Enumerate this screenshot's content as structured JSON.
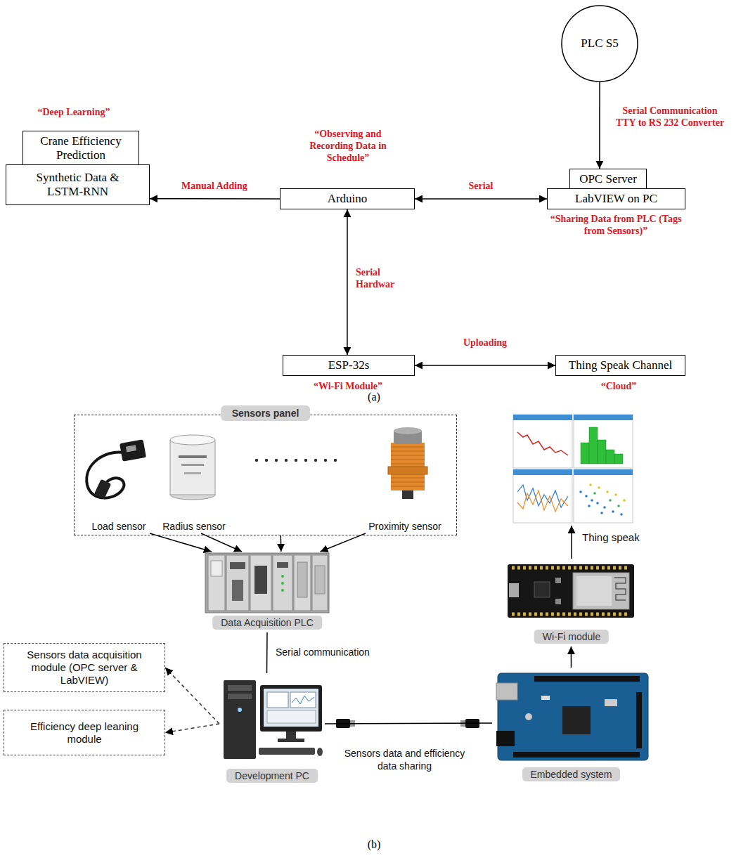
{
  "diagram": {
    "nodes": [
      {
        "text": [
          "PLC S5"
        ]
      },
      {
        "text": [
          "Crane Efficiency Prediction"
        ]
      },
      {
        "text": [
          "Synthetic Data & LSTM-RNN"
        ]
      },
      {
        "text": [
          "Arduino"
        ]
      },
      {
        "text": [
          "OPC Server"
        ]
      },
      {
        "text": [
          "LabVIEW on PC"
        ]
      },
      {
        "text": [
          "ESP-32s"
        ]
      },
      {
        "text": [
          "Thing Speak Channel"
        ]
      },
      {
        "text": [
          "Sensors panel"
        ]
      },
      {
        "text": [
          "Load sensor"
        ],
        "in": 8
      },
      {
        "text": [
          "Radius sensor"
        ],
        "in": 8
      },
      {
        "text": [
          "Proximity sensor"
        ],
        "in": 8
      },
      {
        "text": [
          "Thing speak"
        ]
      },
      {
        "text": [
          "Data Acquisition PLC"
        ]
      },
      {
        "text": [
          "Wi-Fi module"
        ]
      },
      {
        "text": [
          "Sensors data acquisition module (OPC server & LabVIEW)"
        ]
      },
      {
        "text": [
          "Development PC"
        ]
      },
      {
        "text": [
          "Efficiency deep leaning module"
        ]
      },
      {
        "text": [
          "Embedded system"
        ]
      }
    ],
    "edges": [
      {
        "from": 3,
        "to": 2,
        "arrow": "to",
        "label": "Manual Adding"
      },
      {
        "from": 3,
        "to": 5,
        "arrow": "both",
        "label": "Serial"
      },
      {
        "from": 0,
        "to": 4,
        "arrow": "to",
        "label": "Serial Communication TTY to RS 232 Converter"
      },
      {
        "from": 3,
        "to": 6,
        "arrow": "both",
        "label": "Serial Hardwar"
      },
      {
        "from": 6,
        "to": 7,
        "arrow": "both",
        "label": "Uploading"
      },
      {
        "from": 9,
        "to": 13,
        "arrow": "to"
      },
      {
        "from": 10,
        "to": 13,
        "arrow": "to"
      },
      {
        "from": 8,
        "to": 13,
        "arrow": "to"
      },
      {
        "from": 11,
        "to": 13,
        "arrow": "to"
      },
      {
        "from": 13,
        "to": 16,
        "arrow": "none",
        "label": "Serial communication"
      },
      {
        "from": 16,
        "to": 18,
        "arrow": "none",
        "label": "Sensors data and efficiency data sharing"
      },
      {
        "from": 16,
        "to": 15,
        "arrow": "to"
      },
      {
        "from": 16,
        "to": 17,
        "arrow": "to"
      },
      {
        "from": 18,
        "to": 14,
        "arrow": "to"
      },
      {
        "from": 14,
        "to": 12,
        "arrow": "to"
      }
    ],
    "labels": [
      "“Deep Learning”",
      "“Observing and Recording Data in Schedule”",
      "“Sharing Data from PLC (Tags from Sensors)”",
      "“Wi-Fi Module”",
      "“Cloud”",
      "(a)",
      "(b)"
    ]
  }
}
